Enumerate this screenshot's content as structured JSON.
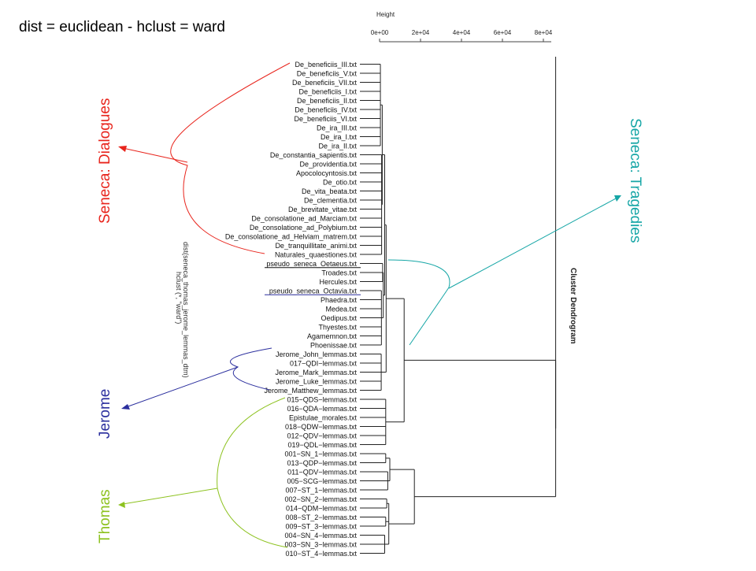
{
  "slide_title": "dist = euclidean - hclust = ward",
  "chart_data": {
    "type": "dendrogram",
    "title": "Cluster Dendrogram",
    "axis_label": "Height",
    "axis_ticks": [
      "0e+00",
      "2e+04",
      "4e+04",
      "6e+04",
      "8e+04"
    ],
    "axis_tick_values": [
      0,
      20000,
      40000,
      60000,
      80000
    ],
    "sub_lines": [
      "dist(seneca_thomas_jerome_lemmas_dtm)",
      "hclust (*, \"ward\")"
    ],
    "leaves": [
      "De_beneficiis_III.txt",
      "De_beneficiis_V.txt",
      "De_beneficiis_VII.txt",
      "De_beneficiis_I.txt",
      "De_beneficiis_II.txt",
      "De_beneficiis_IV.txt",
      "De_beneficiis_VI.txt",
      "De_ira_III.txt",
      "De_ira_I.txt",
      "De_ira_II.txt",
      "De_constantia_sapientis.txt",
      "De_providentia.txt",
      "Apocolocyntosis.txt",
      "De_otio.txt",
      "De_vita_beata.txt",
      "De_clementia.txt",
      "De_brevitate_vitae.txt",
      "De_consolatione_ad_Marciam.txt",
      "De_consolatione_ad_Polybium.txt",
      "De_consolatione_ad_Helviam_matrem.txt",
      "De_tranquillitate_animi.txt",
      "Naturales_quaestiones.txt",
      "pseudo_seneca_Oetaeus.txt",
      "Troades.txt",
      "Hercules.txt",
      "pseudo_seneca_Octavia.txt",
      "Phaedra.txt",
      "Medea.txt",
      "Oedipus.txt",
      "Thyestes.txt",
      "Agamemnon.txt",
      "Phoenissae.txt",
      "Jerome_John_lemmas.txt",
      "017−QDI−lemmas.txt",
      "Jerome_Mark_lemmas.txt",
      "Jerome_Luke_lemmas.txt",
      "Jerome_Matthew_lemmas.txt",
      "015−QDS−lemmas.txt",
      "016−QDA−lemmas.txt",
      "Epistulae_morales.txt",
      "018−QDW−lemmas.txt",
      "012−QDV−lemmas.txt",
      "019−QDL−lemmas.txt",
      "001−SN_1−lemmas.txt",
      "013−QDP−lemmas.txt",
      "011−QDV−lemmas.txt",
      "005−SCG−lemmas.txt",
      "007−ST_1−lemmas.txt",
      "002−SN_2−lemmas.txt",
      "014−QDM−lemmas.txt",
      "008−ST_2−lemmas.txt",
      "009−ST_3−lemmas.txt",
      "004−SN_4−lemmas.txt",
      "003−SN_3−lemmas.txt",
      "010−ST_4−lemmas.txt"
    ],
    "merges": [
      [
        [
          0,
          9
        ],
        400
      ],
      [
        [
          10,
          21
        ],
        1000
      ],
      [
        [
          22,
          24
        ],
        1500
      ],
      [
        [
          25,
          31
        ],
        900
      ],
      [
        [
          32,
          36
        ],
        800
      ],
      [
        [
          37,
          42
        ],
        3000
      ],
      [
        [
          43,
          44
        ],
        3000
      ],
      [
        [
          45,
          47
        ],
        4000
      ],
      [
        [
          48,
          49
        ],
        3500
      ],
      [
        [
          50,
          51
        ],
        3000
      ],
      [
        [
          52,
          54
        ],
        2500
      ],
      [
        [
          43,
          47
        ],
        5000
      ],
      [
        [
          48,
          54
        ],
        4500
      ],
      [
        [
          0,
          21
        ],
        1300
      ],
      [
        [
          22,
          31
        ],
        1800
      ],
      [
        [
          0,
          31
        ],
        2500
      ],
      [
        [
          0,
          36
        ],
        3200
      ],
      [
        [
          0,
          42
        ],
        12000
      ],
      [
        [
          43,
          54
        ],
        17000
      ],
      [
        [
          0,
          54
        ],
        86000
      ]
    ]
  },
  "annotations": [
    {
      "label": "Seneca: Dialogues",
      "color": "#e8241c"
    },
    {
      "label": "Seneca: Tragedies",
      "color": "#16a6a6"
    },
    {
      "label": "Jerome",
      "color": "#2b2f9e"
    },
    {
      "label": "Thomas",
      "color": "#8dc21f"
    }
  ]
}
